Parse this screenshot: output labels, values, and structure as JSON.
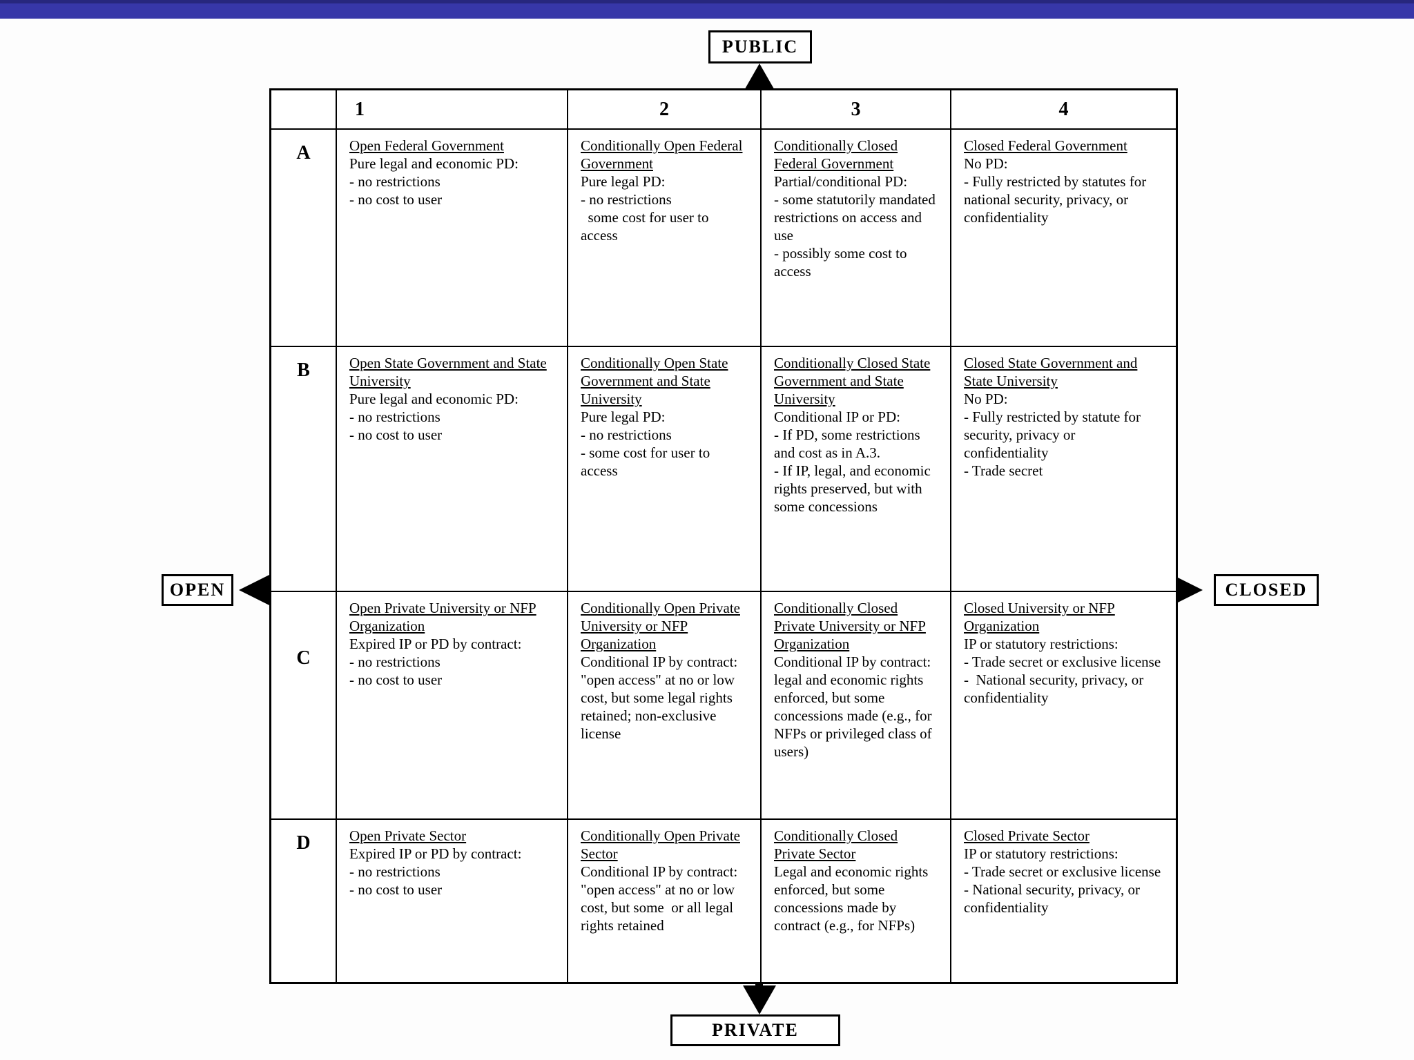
{
  "slide": {
    "top_bar_color": "#3737a8"
  },
  "axes": {
    "top": {
      "label": "PUBLIC"
    },
    "bottom": {
      "label": "PRIVATE"
    },
    "left": {
      "label": "OPEN"
    },
    "right": {
      "label": "CLOSED"
    }
  },
  "matrix": {
    "column_headers": [
      "1",
      "2",
      "3",
      "4"
    ],
    "rows": [
      {
        "label": "A",
        "cells": [
          {
            "title": "Open Federal Government",
            "lines": [
              "Pure legal and economic PD:",
              "- no restrictions",
              "- no cost to user"
            ]
          },
          {
            "title": "Conditionally Open Federal Government",
            "lines": [
              "Pure legal PD:",
              "- no restrictions",
              "  some cost for user to access"
            ]
          },
          {
            "title": "Conditionally Closed Federal Government",
            "lines": [
              "Partial/conditional PD:",
              "- some statutorily mandated restrictions on access and use",
              "- possibly some cost to access"
            ]
          },
          {
            "title": "Closed Federal Government",
            "lines": [
              "No PD:",
              "- Fully restricted by statutes for national security, privacy, or confidentiality"
            ]
          }
        ]
      },
      {
        "label": "B",
        "cells": [
          {
            "title": "Open State Government and State University",
            "lines": [
              "Pure legal and economic PD:",
              "- no restrictions",
              "- no cost to user"
            ]
          },
          {
            "title": "Conditionally Open State Government and State University",
            "lines": [
              "Pure legal PD:",
              "- no restrictions",
              "- some cost for user to access"
            ]
          },
          {
            "title": "Conditionally Closed State Government and State University",
            "lines": [
              "Conditional IP or PD:",
              "- If PD, some restrictions and cost as in A.3.",
              "- If IP, legal, and economic rights preserved, but with some concessions"
            ]
          },
          {
            "title": "Closed State Government and State University",
            "lines": [
              "No PD:",
              "- Fully restricted by statute for security, privacy or confidentiality",
              "- Trade secret"
            ]
          }
        ]
      },
      {
        "label": "C",
        "cells": [
          {
            "title": "Open Private University or NFP Organization",
            "lines": [
              "Expired IP or PD by contract:",
              "- no restrictions",
              "- no cost to user"
            ]
          },
          {
            "title": "Conditionally Open Private University or NFP Organization",
            "lines": [
              "Conditional IP by contract: \"open access\" at no or low cost, but some legal rights retained; non-exclusive license"
            ]
          },
          {
            "title": "Conditionally Closed Private University or NFP Organization",
            "lines": [
              "Conditional IP by contract:  legal and economic rights enforced, but some concessions made (e.g., for  NFPs or privileged class of users)"
            ]
          },
          {
            "title": "Closed University or NFP Organization",
            "lines": [
              "IP or statutory restrictions:",
              "- Trade secret or exclusive license",
              "-  National security, privacy, or confidentiality"
            ]
          }
        ]
      },
      {
        "label": "D",
        "cells": [
          {
            "title": "Open Private Sector",
            "lines": [
              "Expired IP or PD by contract:",
              "- no restrictions",
              "- no cost to user"
            ]
          },
          {
            "title": "Conditionally Open Private Sector",
            "lines": [
              "Conditional IP by contract:  \"open access\" at no or low cost, but some  or all legal rights retained"
            ]
          },
          {
            "title": "Conditionally Closed Private Sector",
            "lines": [
              "Legal and economic rights enforced, but some concessions made by contract (e.g., for NFPs)"
            ]
          },
          {
            "title": "Closed Private Sector",
            "lines": [
              "IP or statutory restrictions:",
              "- Trade secret or exclusive license",
              "- National security, privacy, or confidentiality"
            ]
          }
        ]
      }
    ]
  }
}
